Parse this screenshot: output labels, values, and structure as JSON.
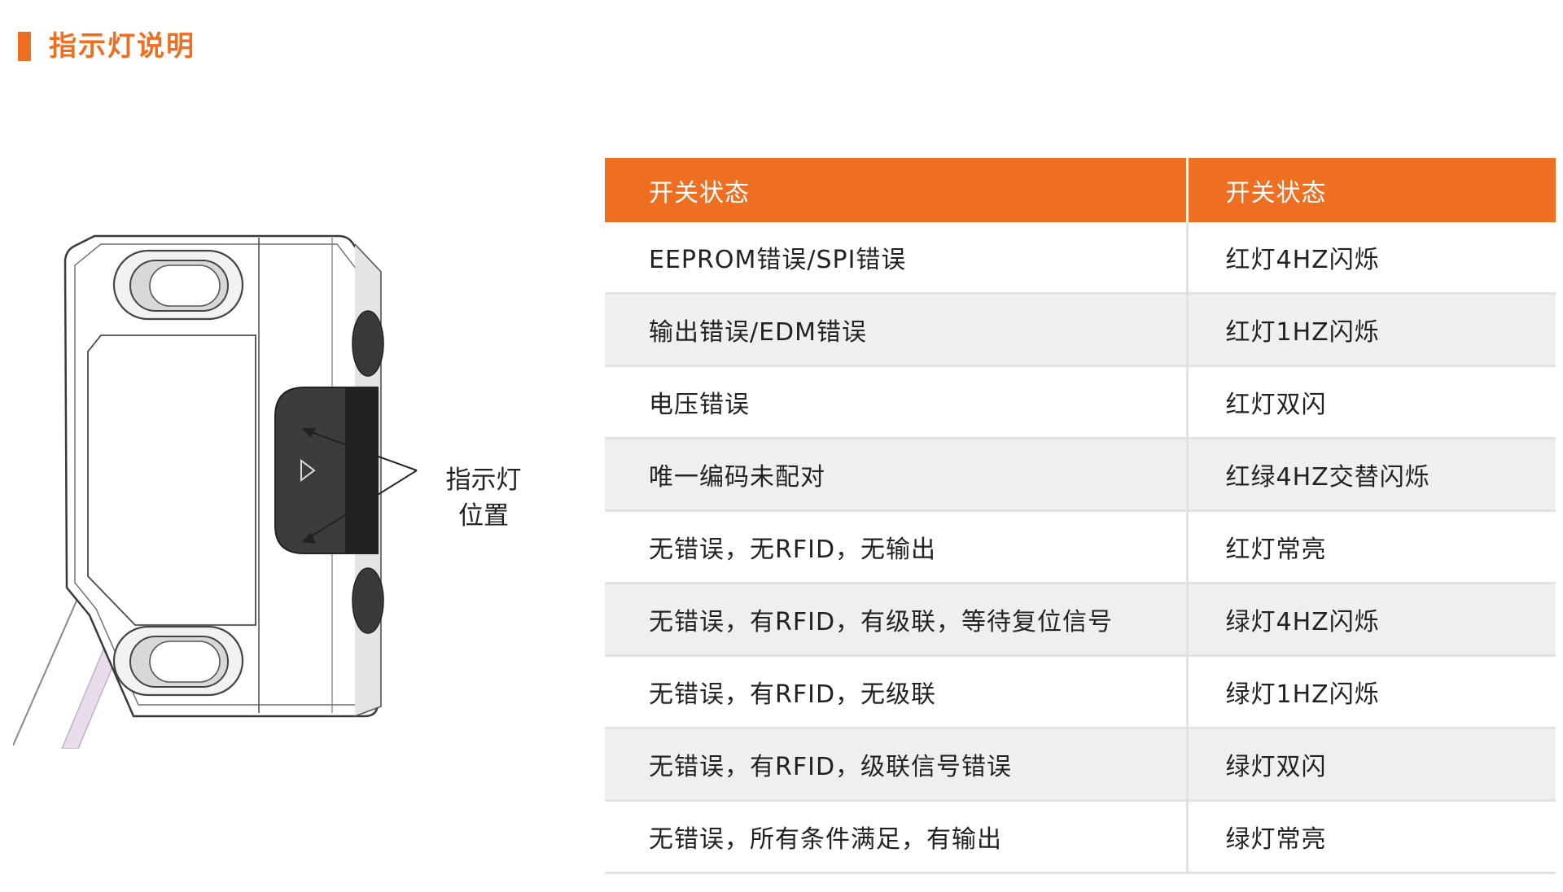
{
  "section": {
    "title": "指示灯说明",
    "accent_color": "#ee6f22"
  },
  "figure": {
    "callout_line1": "指示灯",
    "callout_line2": "位置"
  },
  "table": {
    "header_bg": "#ee6f22",
    "alt_row_bg": "#efefef",
    "headers": [
      "开关状态",
      "开关状态"
    ],
    "rows": [
      [
        "EEPROM错误/SPI错误",
        "红灯4HZ闪烁"
      ],
      [
        "输出错误/EDM错误",
        "红灯1HZ闪烁"
      ],
      [
        "电压错误",
        "红灯双闪"
      ],
      [
        "唯一编码未配对",
        "红绿4HZ交替闪烁"
      ],
      [
        "无错误，无RFID，无输出",
        "红灯常亮"
      ],
      [
        "无错误，有RFID，有级联，等待复位信号",
        "绿灯4HZ闪烁"
      ],
      [
        "无错误，有RFID，无级联",
        "绿灯1HZ闪烁"
      ],
      [
        "无错误，有RFID，级联信号错误",
        "绿灯双闪"
      ],
      [
        "无错误，所有条件满足，有输出",
        "绿灯常亮"
      ]
    ]
  }
}
